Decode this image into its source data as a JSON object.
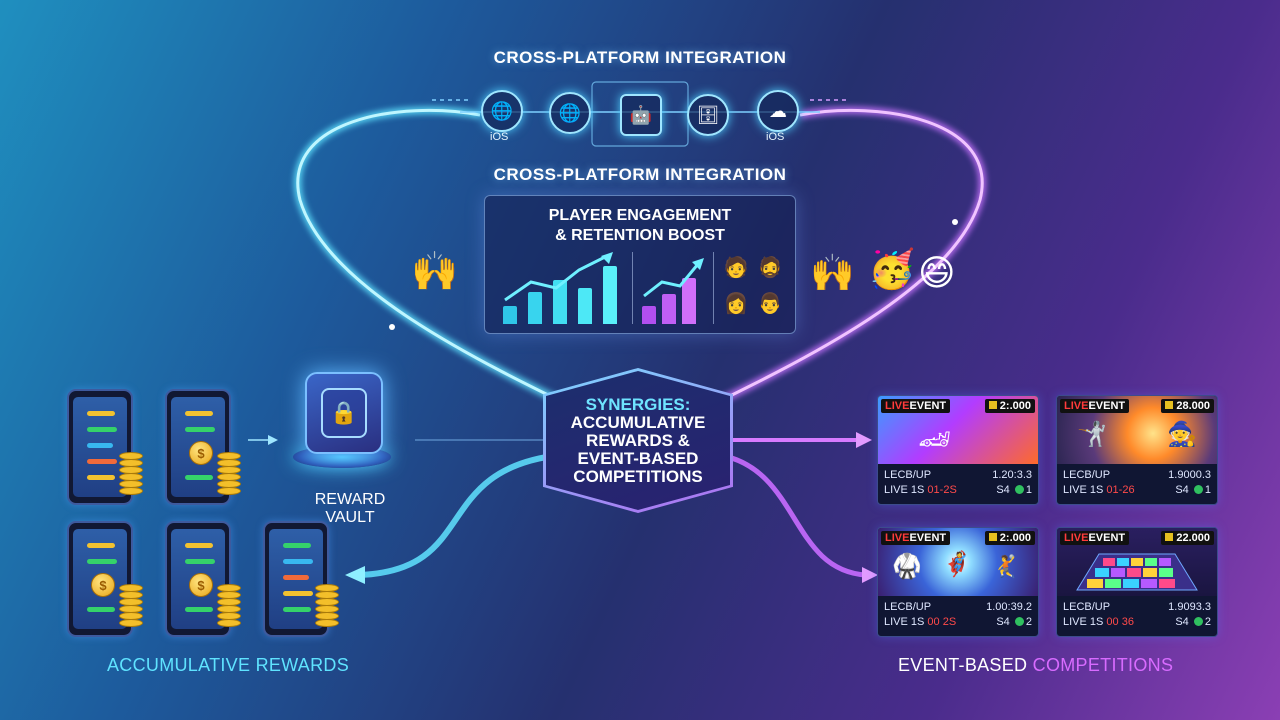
{
  "header": {
    "title_top": "CROSS-PLATFORM INTEGRATION",
    "title_second": "CROSS-PLATFORM INTEGRATION"
  },
  "platforms": [
    {
      "icon": "globe-icon",
      "label": "iOS"
    },
    {
      "icon": "globe-icon",
      "label": ""
    },
    {
      "icon": "android-icon",
      "label": ""
    },
    {
      "icon": "server-icon",
      "label": ""
    },
    {
      "icon": "cloud-icon",
      "label": "iOS"
    }
  ],
  "engagement": {
    "title": "PLAYER ENGAGEMENT",
    "subtitle": "& RETENTION BOOST"
  },
  "center": {
    "line1": "SYNERGIES:",
    "line2": "ACCUMULATIVE",
    "line3": "REWARDS &",
    "line4": "EVENT-BASED",
    "line5": "COMPETITIONS"
  },
  "vault": {
    "line1": "REWARD",
    "line2": "VAULT"
  },
  "events": [
    {
      "live": "LIVE",
      "event": "EVENT",
      "prize": "2:.000",
      "stat1_left": "LECB/UP",
      "stat1_right": "1.20:3.3",
      "stat2_a": "LIVE 1S",
      "stat2_b": "01-2S",
      "stat2_c": "S4",
      "stat2_d": "1",
      "theme": "racing"
    },
    {
      "live": "LIVE",
      "event": "EVENT",
      "prize": "28.000",
      "stat1_left": "LECB/UP",
      "stat1_right": "1.9000.3",
      "stat2_a": "LIVE 1S",
      "stat2_b": "01-26",
      "stat2_c": "S4",
      "stat2_d": "1",
      "theme": "battle"
    },
    {
      "live": "LIVE",
      "event": "EVENT",
      "prize": "2:.000",
      "stat1_left": "LECB/UP",
      "stat1_right": "1.00:39.2",
      "stat2_a": "LIVE 1S",
      "stat2_b": "00 2S",
      "stat2_c": "S4",
      "stat2_d": "2",
      "theme": "brawl"
    },
    {
      "live": "LIVE",
      "event": "EVENT",
      "prize": "22.000",
      "stat1_left": "LECB/UP",
      "stat1_right": "1.9093.3",
      "stat2_a": "LIVE 1S",
      "stat2_b": "00 36",
      "stat2_c": "S4",
      "stat2_d": "2",
      "theme": "puzzle"
    }
  ],
  "footer": {
    "left_label": "ACCUMULATIVE REWARDS",
    "right_label_a": "EVENT-BASED",
    "right_label_b": "COMPETITIONS"
  },
  "colors": {
    "cyan_accent": "#5fe3ff",
    "purple_accent": "#d86bff",
    "live_red": "#ff3b3b"
  }
}
